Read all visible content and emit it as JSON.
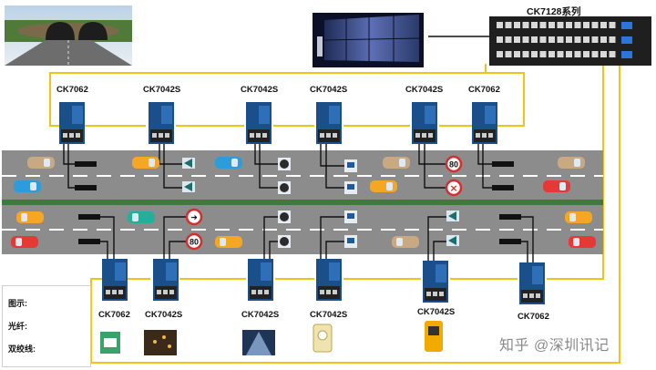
{
  "series_title": "CK7128系列",
  "top_devices": [
    "CK7062",
    "CK7042S",
    "CK7042S",
    "CK7042S",
    "CK7042S",
    "CK7062"
  ],
  "bottom_devices": [
    "CK7062",
    "CK7042S",
    "CK7042S",
    "CK7042S",
    "CK7042S",
    "CK7062"
  ],
  "signs": {
    "speed_top": "80",
    "speed_bottom": "80",
    "lane_closed": "×",
    "turn_arrow": "➜"
  },
  "legend": {
    "title": "图示:",
    "fiber": "光纤:",
    "twisted": "双绞线:"
  },
  "watermark": "知乎 @深圳讯记",
  "colors": {
    "fiber": "#f2c318",
    "twisted": "#111111",
    "road": "#8c8c8c",
    "median": "#3d7a3d",
    "device": "#1a4f8a",
    "car_colors": [
      "#f5a623",
      "#2d9cdb",
      "#e53935",
      "#27ae9a",
      "#c8a982"
    ]
  }
}
